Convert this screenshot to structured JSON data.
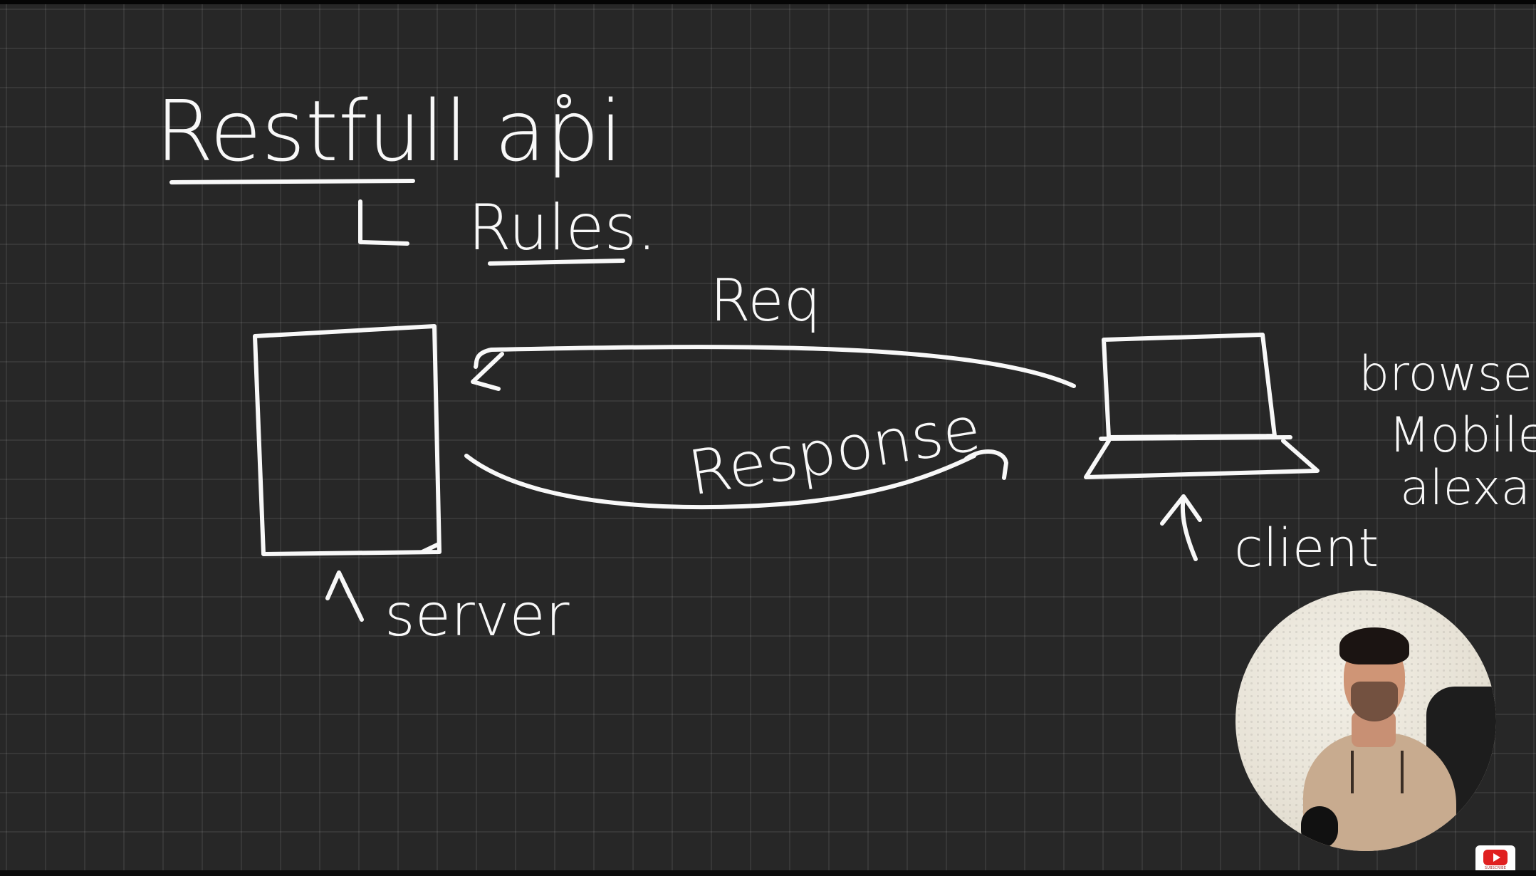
{
  "whiteboard": {
    "title": "Restfull api",
    "subtitle": "Rules.",
    "request_label": "Req",
    "response_label": "Response",
    "server_label": "server",
    "client_label": "client",
    "client_examples": [
      "browser",
      "Mobile",
      "alexa"
    ]
  },
  "youtube_badge": {
    "label": "SUBSCRIBE",
    "icon": "youtube-subscribe-icon"
  },
  "colors": {
    "board_background": "#272727",
    "ink": "#f8f8f8",
    "grid": "#3a3a3a"
  }
}
